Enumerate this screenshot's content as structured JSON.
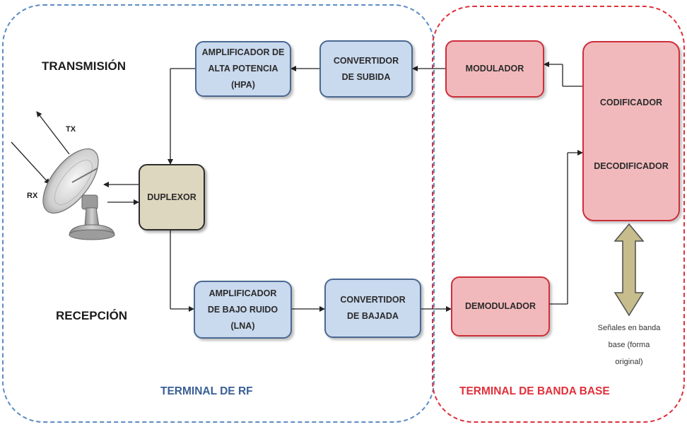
{
  "regions": {
    "rf_label": "TERMINAL DE RF",
    "baseband_label": "TERMINAL DE BANDA BASE"
  },
  "section_labels": {
    "transmission": "TRANSMISIÓN",
    "reception": "RECEPCIÓN"
  },
  "antenna": {
    "tx": "TX",
    "rx": "RX"
  },
  "blocks": {
    "hpa": [
      "AMPLIFICADOR DE",
      "ALTA POTENCIA",
      "(HPA)"
    ],
    "upconverter": [
      "CONVERTIDOR",
      "DE SUBIDA"
    ],
    "modulator": [
      "MODULADOR"
    ],
    "duplexer": [
      "DUPLEXOR"
    ],
    "lna": [
      "AMPLIFICADOR",
      "DE BAJO RUIDO",
      "(LNA)"
    ],
    "downconverter": [
      "CONVERTIDOR",
      "DE BAJADA"
    ],
    "demodulator": [
      "DEMODULADOR"
    ],
    "codec_top": "CODIFICADOR",
    "codec_bottom": "DECODIFICADOR"
  },
  "baseband_note": [
    "Señales en banda",
    "base (forma",
    "original)"
  ],
  "colors": {
    "rf_accent": "#3a5f95",
    "baseband_accent": "#e0303a",
    "block_blue": "#c9d9ee",
    "block_red": "#f2b9bc",
    "block_tan": "#ded7bf"
  }
}
